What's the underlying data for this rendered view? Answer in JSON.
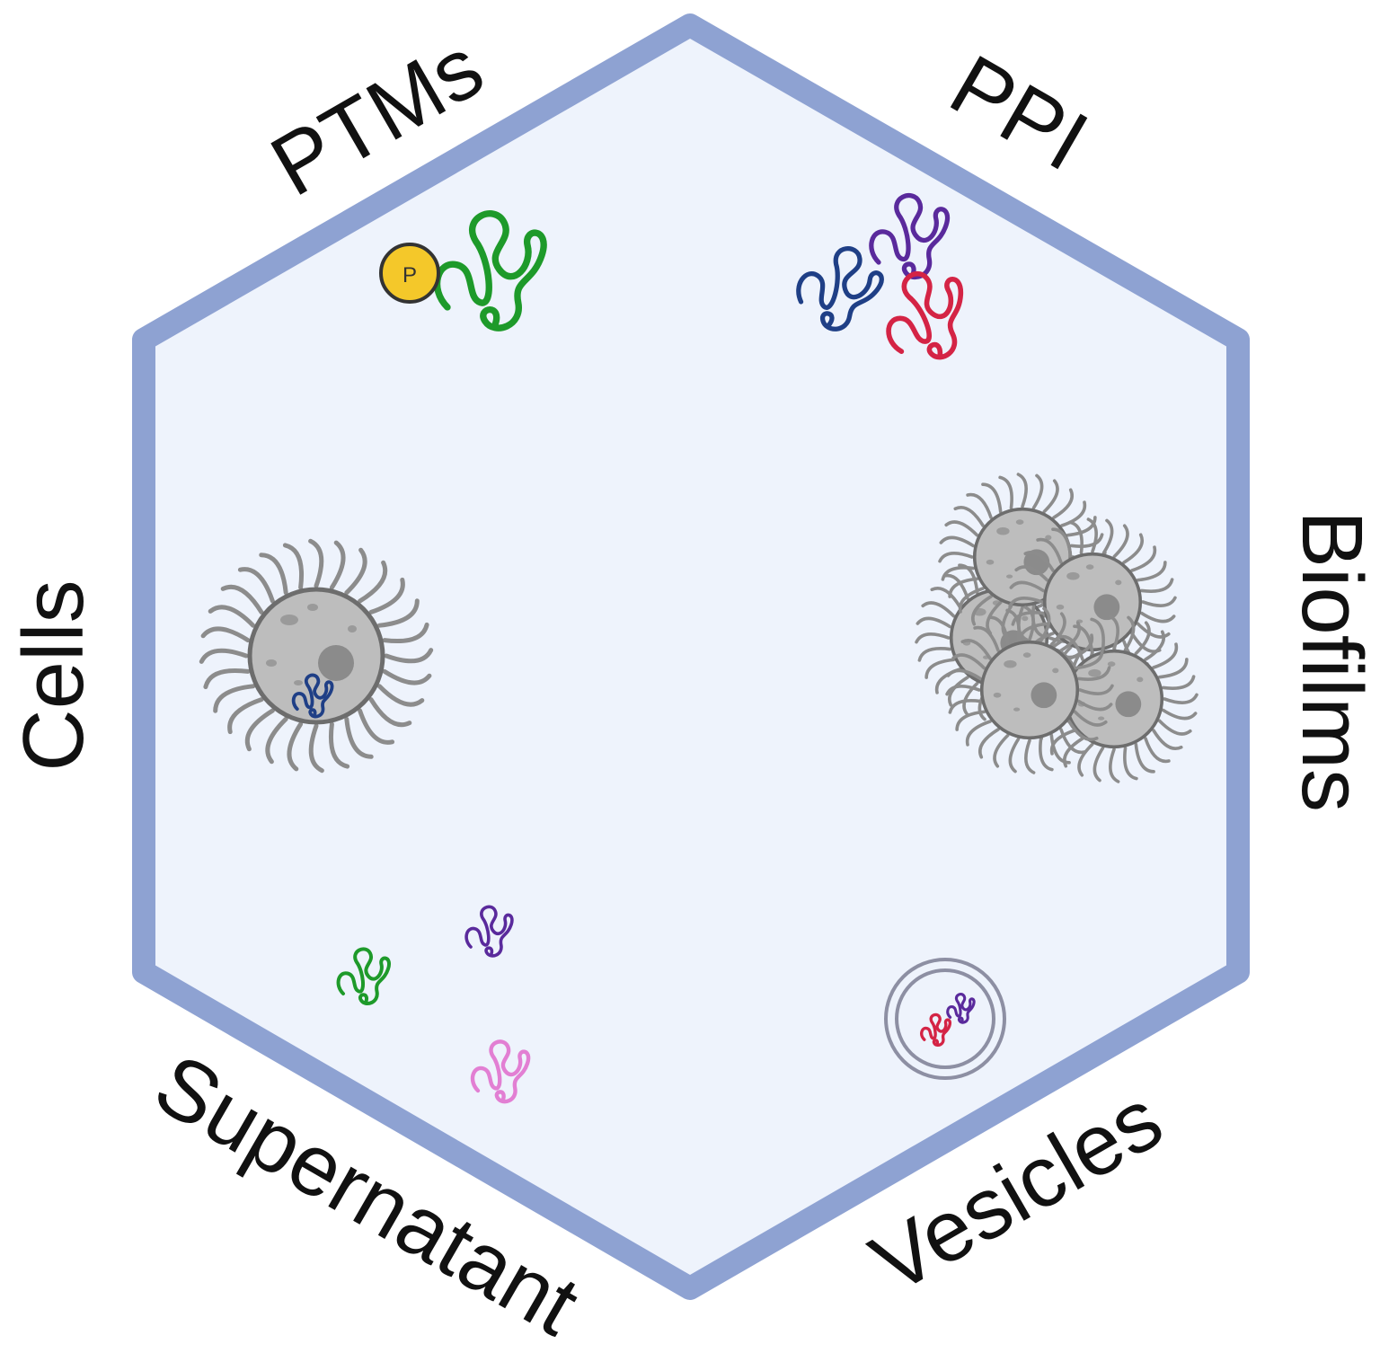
{
  "labels": {
    "ptms": "PTMs",
    "ppi": "PPI",
    "biofilms": "Biofilms",
    "vesicles": "Vesicles",
    "supernatant": "Supernatant",
    "cells": "Cells"
  },
  "phospho_badge": "P",
  "colors": {
    "hexagon_fill": "#eef3fc",
    "hexagon_stroke": "#8ea2d2",
    "green_protein": "#1e9a2a",
    "navy_protein": "#1f3f86",
    "purple_protein": "#5a2a9c",
    "red_protein": "#d42445",
    "pink_protein": "#e27fd3",
    "phospho": "#f4c82a",
    "cell_fill": "#bdbdbd",
    "cell_hair": "#8c8c8c"
  },
  "icons": [
    "phosphate-badge-icon",
    "protein-icon",
    "bacterial-cell-icon",
    "vesicle-icon"
  ]
}
